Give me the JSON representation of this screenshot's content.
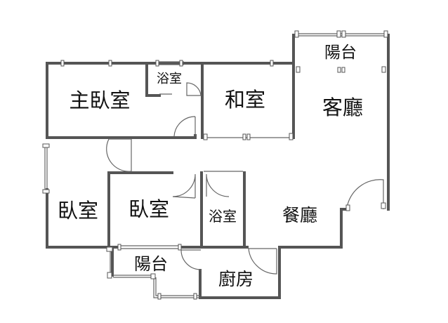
{
  "rooms": {
    "balcony_top": "陽台",
    "living_room": "客廳",
    "master_bedroom": "主臥室",
    "bathroom_1": "浴室",
    "japanese_room": "和室",
    "bedroom_1": "臥室",
    "bedroom_2": "臥室",
    "bathroom_2": "浴室",
    "dining_room": "餐廳",
    "balcony_bottom": "陽台",
    "kitchen": "廚房"
  },
  "colors": {
    "wall": "#555555",
    "line": "#666666",
    "text": "#111111",
    "background": "#ffffff"
  }
}
